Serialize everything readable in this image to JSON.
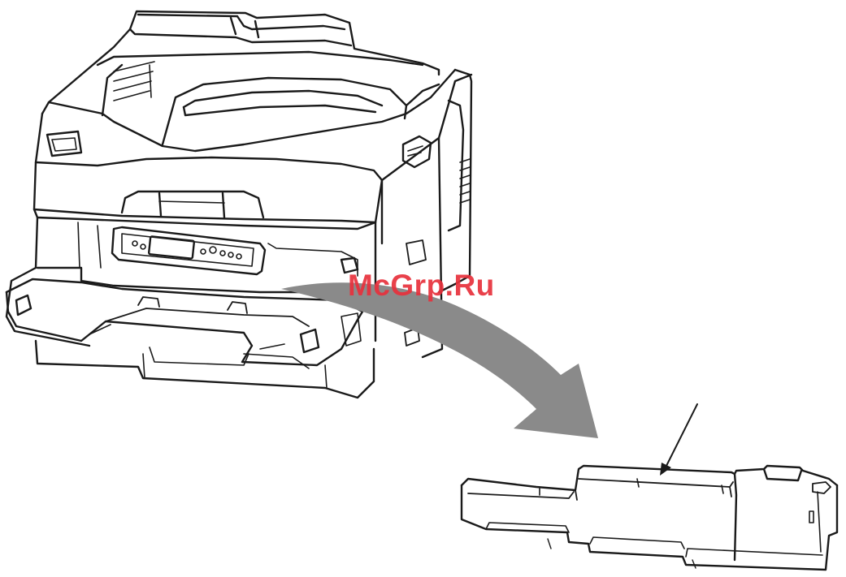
{
  "illustration": {
    "subjects": [
      "printer",
      "waste-toner-box"
    ],
    "watermark_text": "McGrp.Ru",
    "colors": {
      "line": "#1a1a1a",
      "arrow_fill": "#8a8a8a",
      "watermark": "#e8313c",
      "background": "#ffffff"
    }
  }
}
